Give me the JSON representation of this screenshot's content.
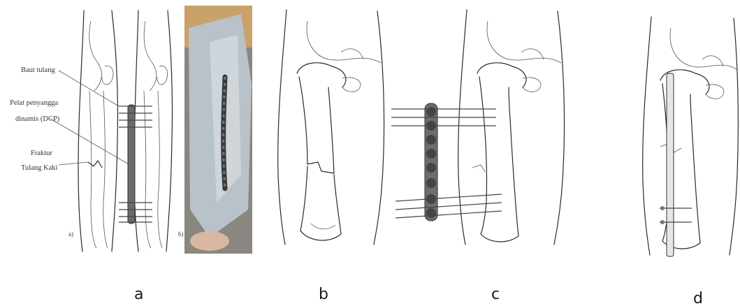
{
  "panels": {
    "a": {
      "label": "a",
      "sub_a": "a)",
      "sub_b": "b)"
    },
    "b": {
      "label": "b"
    },
    "c": {
      "label": "c"
    },
    "d": {
      "label": "d"
    }
  },
  "annotations": {
    "baut": "Baut tulang",
    "pelat_line1": "Pelat penyangga",
    "pelat_line2": "dinamis (DCP)",
    "fraktur_line1": "Fraktur",
    "fraktur_line2": "Tulang Kaki"
  },
  "colors": {
    "line": "#2a2a2a",
    "plate": "#555555",
    "photo_bg": "#8a8680",
    "photo_foil": "#b9c2c9",
    "photo_wood": "#c9a26a"
  }
}
